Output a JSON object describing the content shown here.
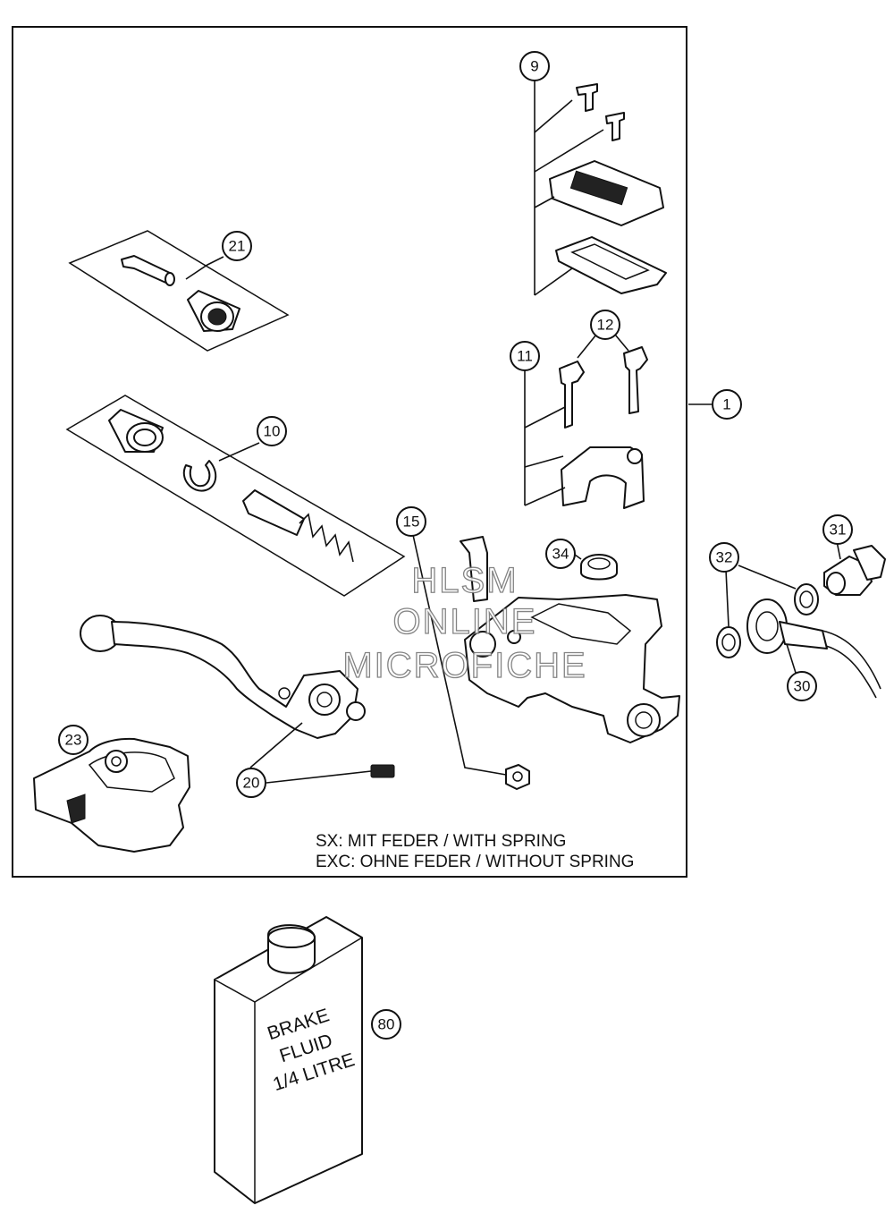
{
  "callouts": {
    "c1": "1",
    "c9": "9",
    "c10": "10",
    "c11": "11",
    "c12": "12",
    "c15": "15",
    "c20": "20",
    "c21": "21",
    "c23": "23",
    "c30": "30",
    "c31": "31",
    "c32": "32",
    "c34": "34",
    "c80": "80"
  },
  "note": {
    "line1": "SX: MIT FEDER / WITH SPRING",
    "line2": "EXC: OHNE FEDER / WITHOUT SPRING"
  },
  "can_label": {
    "line1": "BRAKE",
    "line2": "FLUID",
    "line3": "1/4 LITRE"
  },
  "watermark": {
    "line1": "HLSM",
    "line2": "ONLINE",
    "line3": "MICROFICHE"
  }
}
